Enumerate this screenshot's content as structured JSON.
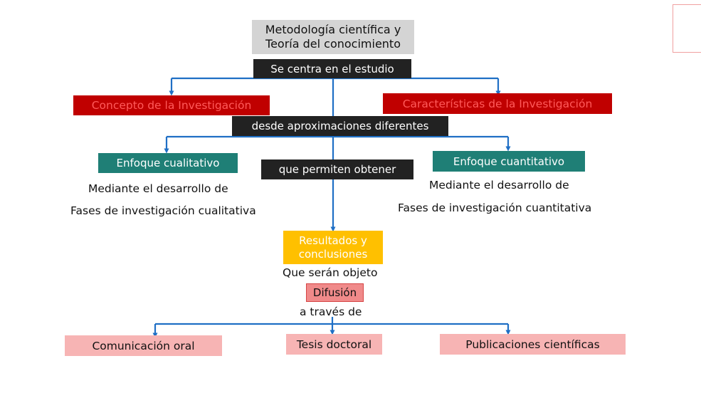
{
  "diagram": {
    "root": [
      "Metodología científica y",
      "Teoría del conocimiento"
    ],
    "connector_study": "Se centra en el estudio",
    "left_topic": "Concepto de la Investigación",
    "right_topic": "Características de la Investigación",
    "connector_approaches": "desde aproximaciones diferentes",
    "qualitative": {
      "label": "Enfoque cualitativo",
      "line1": "Mediante el desarrollo de",
      "line2": "Fases de investigación cualitativa"
    },
    "quantitative": {
      "label": "Enfoque cuantitativo",
      "line1": "Mediante el desarrollo de",
      "line2": "Fases de investigación cuantitativa"
    },
    "connector_obtain": "que permiten obtener",
    "results": [
      "Resultados y",
      "conclusiones"
    ],
    "connector_object": "Que serán objeto",
    "diffusion": "Difusión",
    "connector_through": "a través de",
    "outputs": [
      "Comunicación oral",
      "Tesis doctoral",
      "Publicaciones científicas"
    ]
  },
  "colors": {
    "connector_line": "#1f6fc5",
    "root_fill": "#d4d4d4",
    "black_fill": "#222222",
    "red_fill": "#c00000",
    "teal_fill": "#1f7f76",
    "gold_fill": "#ffc000",
    "pink_fill": "#f7b4b4"
  }
}
